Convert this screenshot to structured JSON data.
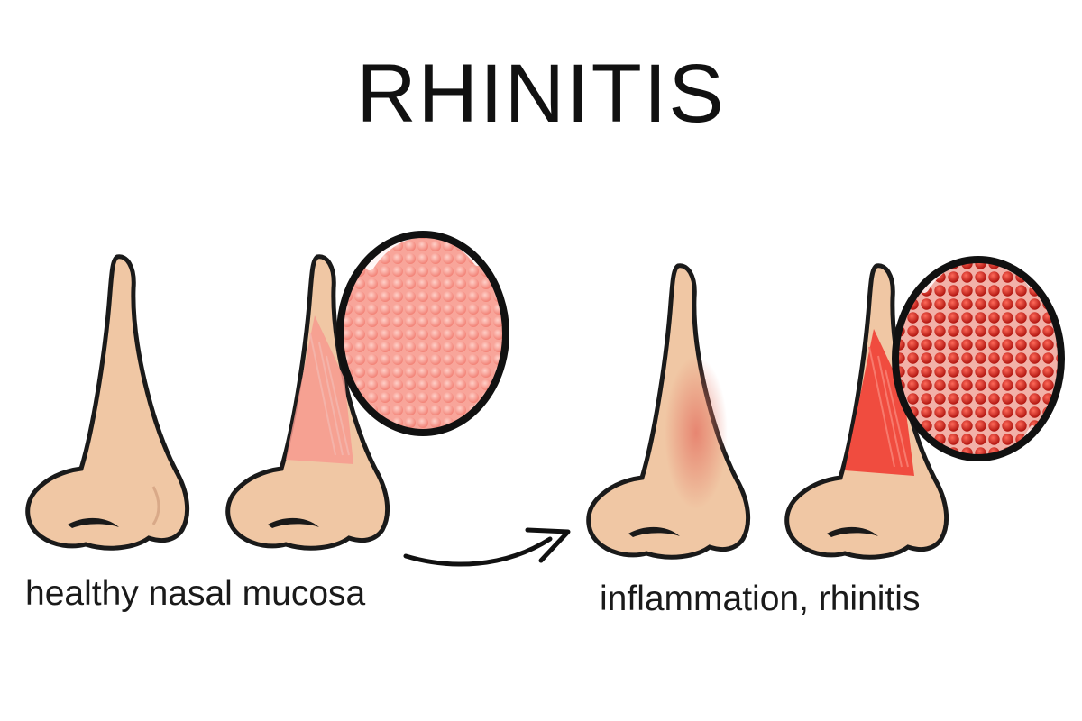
{
  "title": "RHINITIS",
  "captions": {
    "healthy": "healthy nasal mucosa",
    "inflamed": "inflammation, rhinitis"
  },
  "colors": {
    "skin": "#f0c7a4",
    "skin_outline": "#1a1a1a",
    "mucosa_healthy": "#f79a8f",
    "mucosa_inflamed": "#f04c3f",
    "cell_healthy": "#f69488",
    "cell_inflamed": "#d4211e",
    "inflammation_glow": "#e88f7b"
  },
  "icons": [
    "nose-icon",
    "magnifier-circle-icon",
    "arrow-right-icon"
  ]
}
